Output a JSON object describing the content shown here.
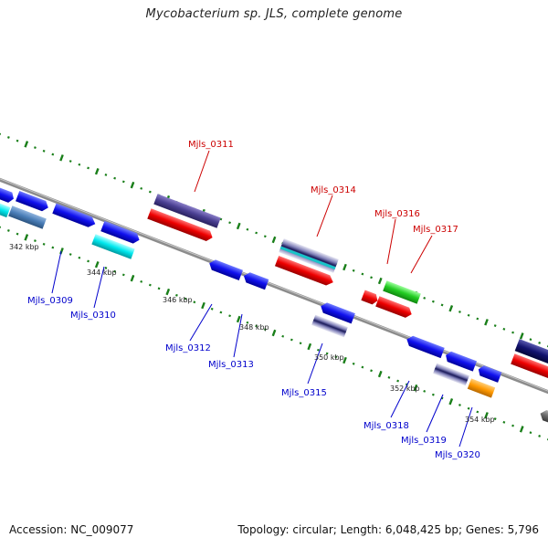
{
  "title": "Mycobacterium sp. JLS, complete genome",
  "footer": {
    "accession": "Accession: NC_009077",
    "summary": "Topology: circular; Length: 6,048,425 bp; Genes: 5,796"
  },
  "colors": {
    "backbone": "#8c8c8c",
    "tick_major": "#1a7f1a",
    "tick_minor": "#1a7f1a",
    "label_top": "#cc0000",
    "label_bottom": "#0000cc"
  },
  "ticks": [
    {
      "label": "342 kbp"
    },
    {
      "label": "344 kbp"
    },
    {
      "label": "346 kbp"
    },
    {
      "label": "348 kbp"
    },
    {
      "label": "350 kbp"
    },
    {
      "label": "352 kbp"
    },
    {
      "label": "354 kbp"
    }
  ],
  "gene_labels": {
    "top": [
      "Mjls_0311",
      "Mjls_0314",
      "Mjls_0316",
      "Mjls_0317"
    ],
    "bottom": [
      "Mjls_0309",
      "Mjls_0310",
      "Mjls_0312",
      "Mjls_0313",
      "Mjls_0315",
      "Mjls_0318",
      "Mjls_0319",
      "Mjls_0320"
    ]
  }
}
